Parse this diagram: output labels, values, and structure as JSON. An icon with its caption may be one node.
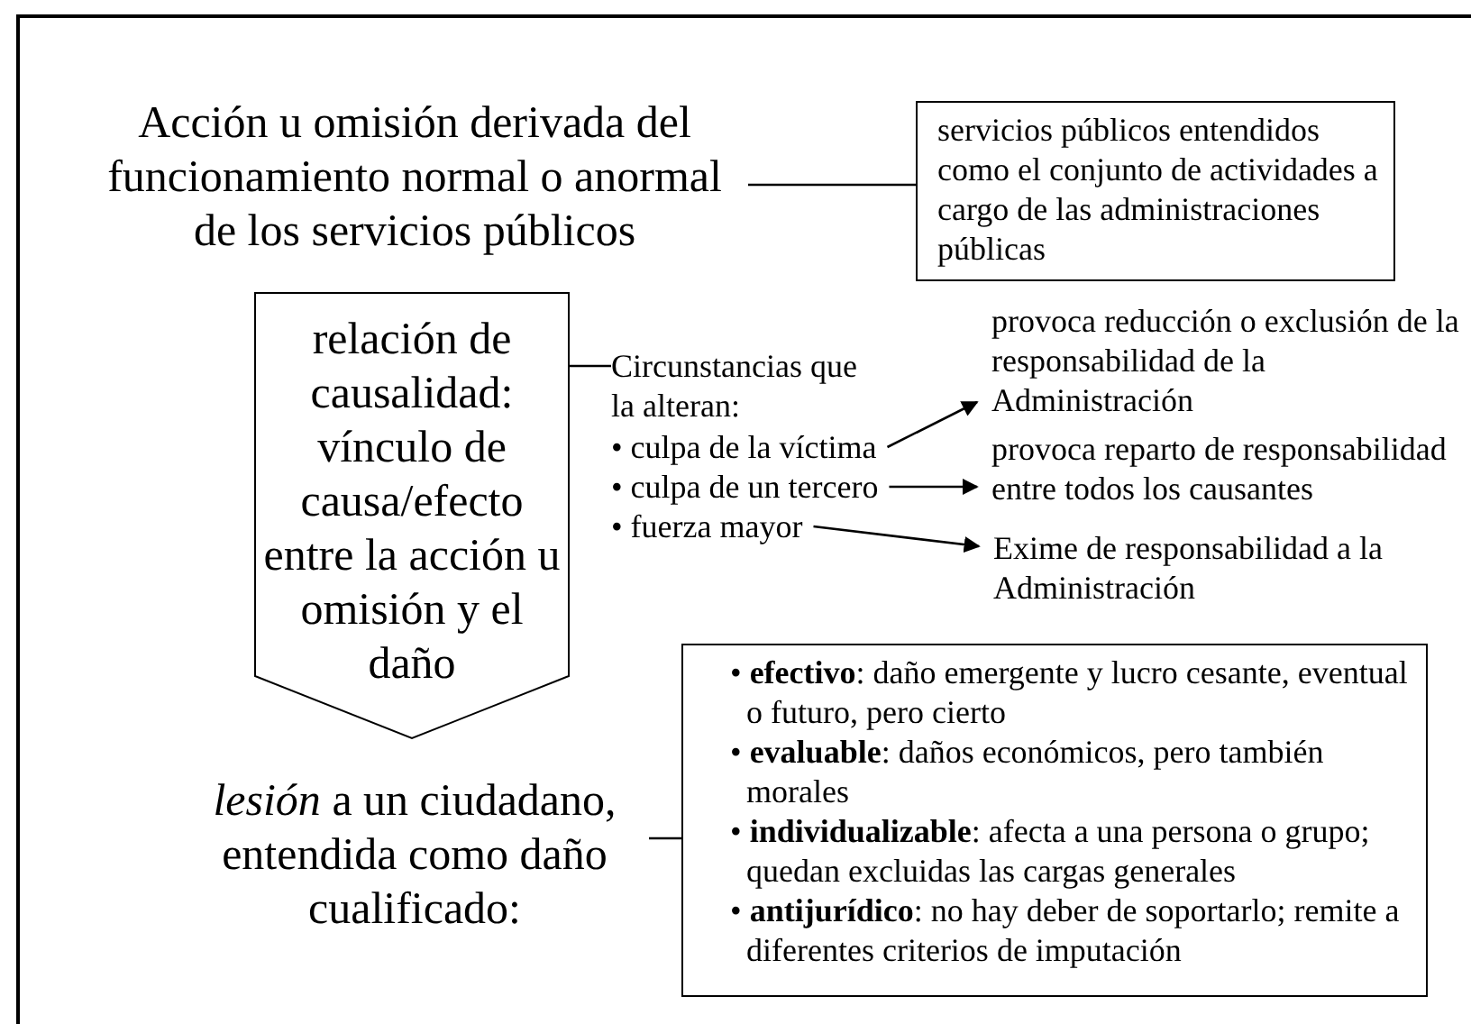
{
  "diagram": {
    "nodes": [
      {
        "text": [
          "Acción u omisión derivada del funcionamiento normal o anormal de los servicios públicos"
        ]
      },
      {
        "text": [
          "servicios públicos entendidos como el conjunto de actividades a cargo de las administraciones públicas"
        ]
      },
      {
        "text": [
          "relación de causalidad: vínculo de causa/efecto entre la acción u omisión y el daño"
        ]
      },
      {
        "text": [
          "Circunstancias que la alteran:"
        ]
      },
      {
        "text": [
          "• culpa de la víctima"
        ]
      },
      {
        "text": [
          "• culpa de un tercero"
        ]
      },
      {
        "text": [
          "• fuerza mayor"
        ]
      },
      {
        "text": [
          "provoca reducción o exclusión de la responsabilidad de la Administración"
        ]
      },
      {
        "text": [
          "provoca reparto de responsabilidad entre todos los causantes"
        ]
      },
      {
        "text": [
          "Exime de responsabilidad a la Administración"
        ]
      },
      {
        "text": [
          "*lesión* a un ciudadano, entendida como daño cualificado:"
        ]
      },
      {
        "text": [
          "• **efectivo**: daño emergente y lucro cesante, eventual o futuro, pero cierto",
          "• **evaluable**: daños económicos, pero también morales",
          "• **individualizable**: afecta a una persona o grupo; quedan excluidas las cargas generales",
          "• **antijurídico**: no hay deber de soportarlo; remite a diferentes criterios de imputación"
        ]
      }
    ],
    "edges": [
      {
        "from": 0,
        "to": 1,
        "arrow": "none"
      },
      {
        "from": 2,
        "to": 3,
        "arrow": "none"
      },
      {
        "from": 4,
        "to": 7,
        "arrow": "to"
      },
      {
        "from": 5,
        "to": 8,
        "arrow": "to"
      },
      {
        "from": 6,
        "to": 9,
        "arrow": "to"
      },
      {
        "from": 10,
        "to": 11,
        "arrow": "none"
      }
    ]
  }
}
